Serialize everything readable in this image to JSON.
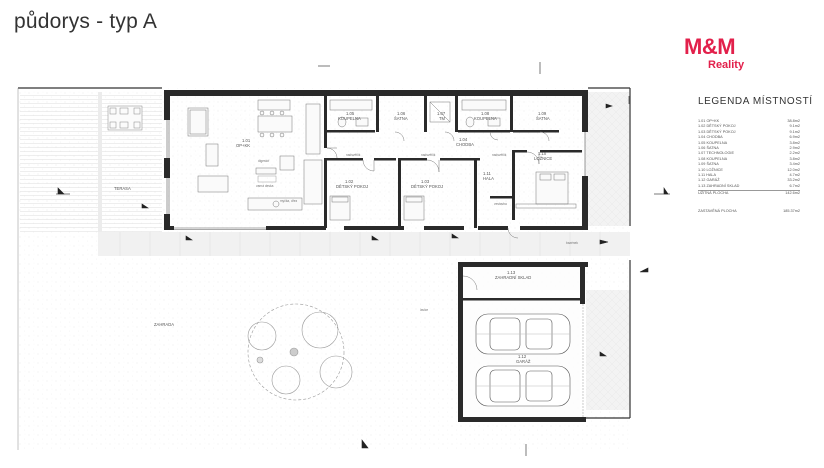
{
  "title": "půdorys - typ A",
  "logo": {
    "brand": "M&M",
    "tagline": "Reality"
  },
  "legend": {
    "title": "LEGENDA MÍSTNOSTÍ",
    "rooms": [
      {
        "name": "1.01 OP+KK",
        "area": "38.8m2"
      },
      {
        "name": "1.02 DĚTSKÝ POKOJ",
        "area": "9.1m2"
      },
      {
        "name": "1.03 DĚTSKÝ POKOJ",
        "area": "9.1m2"
      },
      {
        "name": "1.04 CHODBA",
        "area": "6.9m2"
      },
      {
        "name": "1.05 KOUPELNA",
        "area": "3.8m2"
      },
      {
        "name": "1.06 ŠATNA",
        "area": "2.9m2"
      },
      {
        "name": "1.07 TECHNOLOGIE",
        "area": "2.2m2"
      },
      {
        "name": "1.08 KOUPELNA",
        "area": "3.8m2"
      },
      {
        "name": "1.09 ŠATNA",
        "area": "3.4m2"
      },
      {
        "name": "1.10 LOŽNICE",
        "area": "12.0m2"
      },
      {
        "name": "1.11 HALA",
        "area": "4.7m2"
      },
      {
        "name": "1.12 GARÁŽ",
        "area": "33.2m2"
      },
      {
        "name": "1.13 ZAHRADNÍ SKLAD",
        "area": "6.7m2"
      }
    ],
    "total": {
      "name": "UŽITNÁ PLOCHA",
      "area": "142.6m2"
    },
    "built": {
      "name": "ZASTAVĚNÁ PLOCHA",
      "area": "185.37m2"
    }
  },
  "plan": {
    "rooms": [
      {
        "num": "1.01",
        "name": "OP+KK"
      },
      {
        "num": "1.02",
        "name": "DĚTSKÝ POKOJ"
      },
      {
        "num": "1.03",
        "name": "DĚTSKÝ POKOJ"
      },
      {
        "num": "1.04",
        "name": "CHODBA"
      },
      {
        "num": "1.05",
        "name": "KOUPELNA"
      },
      {
        "num": "1.06",
        "name": "ŠATNA"
      },
      {
        "num": "1.07",
        "name": "TM"
      },
      {
        "num": "1.08",
        "name": "KOUPELNA"
      },
      {
        "num": "1.09",
        "name": "ŠATNA"
      },
      {
        "num": "1.10",
        "name": "LOŽNICE"
      },
      {
        "num": "1.11",
        "name": "HALA"
      },
      {
        "num": "1.12",
        "name": "GARÁŽ"
      },
      {
        "num": "1.13",
        "name": "ZAHRADNÍ SKLAD"
      }
    ],
    "labels": {
      "terasa": "TERASA",
      "zahrada": "ZAHRADA",
      "digestor": "digestoř",
      "varna": "varná deska",
      "mycka": "myčka, dřez",
      "lavice": "lavice",
      "bazenek": "bazének",
      "vestavba": "vestavba",
      "nadsvetlik": "nadsvětlík"
    }
  }
}
